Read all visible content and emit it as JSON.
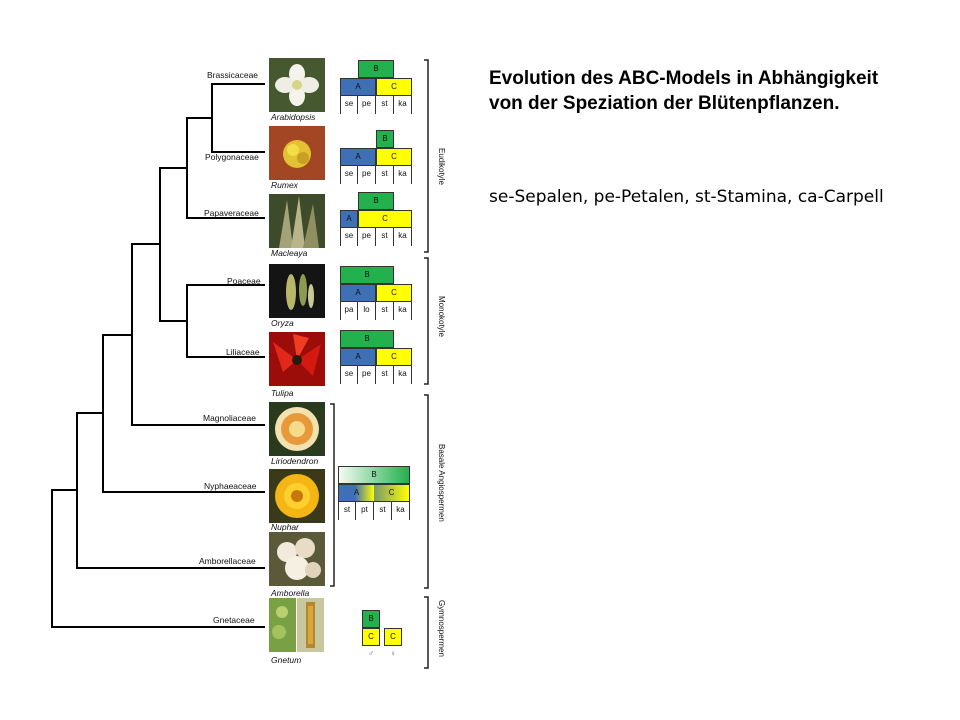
{
  "title": "Evolution des ABC-Models in Abhängigkeit von der Speziation der Blütenpflanzen.",
  "legend": "se-Sepalen, pe-Petalen, st-Stamina, ca-Carpell",
  "taxa": [
    {
      "family": "Brassicaceae",
      "genus": "Arabidopsis"
    },
    {
      "family": "Polygonaceae",
      "genus": "Rumex"
    },
    {
      "family": "Papaveraceae",
      "genus": "Macleaya"
    },
    {
      "family": "Poaceae",
      "genus": "Oryza"
    },
    {
      "family": "Liliaceae",
      "genus": "Tulipa"
    },
    {
      "family": "Magnoliaceae",
      "genus": "Liriodendron"
    },
    {
      "family": "Nyphaeaceae",
      "genus": "Nuphar"
    },
    {
      "family": "Amborellaceae",
      "genus": "Amborella"
    },
    {
      "family": "Gnetaceae",
      "genus": "Gnetum"
    }
  ],
  "abc_models": [
    {
      "top": "B",
      "mid_a": "A",
      "mid_c": "C",
      "organs": [
        "se",
        "pe",
        "st",
        "ka"
      ]
    },
    {
      "top": "B",
      "mid_a": "A",
      "mid_c": "C",
      "organs": [
        "se",
        "pe",
        "st",
        "ka"
      ]
    },
    {
      "top": "B",
      "mid_a": "A",
      "mid_c": "C",
      "organs": [
        "se",
        "pe",
        "st",
        "ka"
      ]
    },
    {
      "top": "B",
      "mid_a": "A",
      "mid_c": "C",
      "organs": [
        "pa",
        "lo",
        "st",
        "ka"
      ]
    },
    {
      "top": "B",
      "mid_a": "A",
      "mid_c": "C",
      "organs": [
        "se",
        "pe",
        "st",
        "ka"
      ]
    },
    {
      "top": "B",
      "mid_a": "A",
      "mid_c": "C",
      "organs": [
        "st",
        "pt",
        "st",
        "ka"
      ]
    },
    {
      "top": "B",
      "c_male": "C",
      "c_female": "C",
      "sex": [
        "♂",
        "♀"
      ]
    }
  ],
  "groups": [
    "Eudikotyle",
    "Monokotyle",
    "Basale Angiospermen",
    "Gymnospermen"
  ],
  "colors": {
    "B": "#22b14c",
    "A": "#3f6fb4",
    "C": "#ffff00"
  }
}
